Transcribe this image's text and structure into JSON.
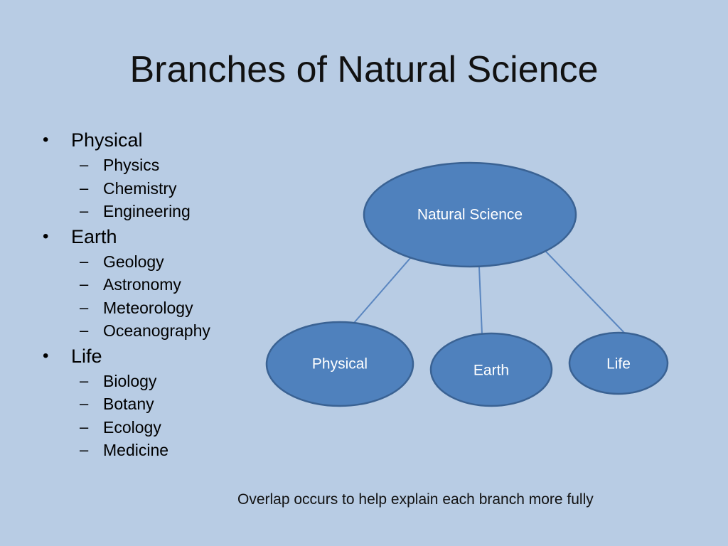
{
  "slide": {
    "title": "Branches of Natural Science",
    "footnote": "Overlap occurs to help explain each branch more fully"
  },
  "outline": [
    {
      "label": "Physical",
      "items": [
        "Physics",
        "Chemistry",
        "Engineering"
      ]
    },
    {
      "label": "Earth",
      "items": [
        "Geology",
        "Astronomy",
        "Meteorology",
        "Oceanography"
      ]
    },
    {
      "label": "Life",
      "items": [
        "Biology",
        "Botany",
        "Ecology",
        "Medicine"
      ]
    }
  ],
  "diagram": {
    "root": "Natural Science",
    "children": [
      "Physical",
      "Earth",
      "Life"
    ],
    "colors": {
      "node_fill": "#4f81bd",
      "node_stroke": "#3a6293",
      "connector": "#5a86c0",
      "background": "#b8cce4"
    }
  }
}
